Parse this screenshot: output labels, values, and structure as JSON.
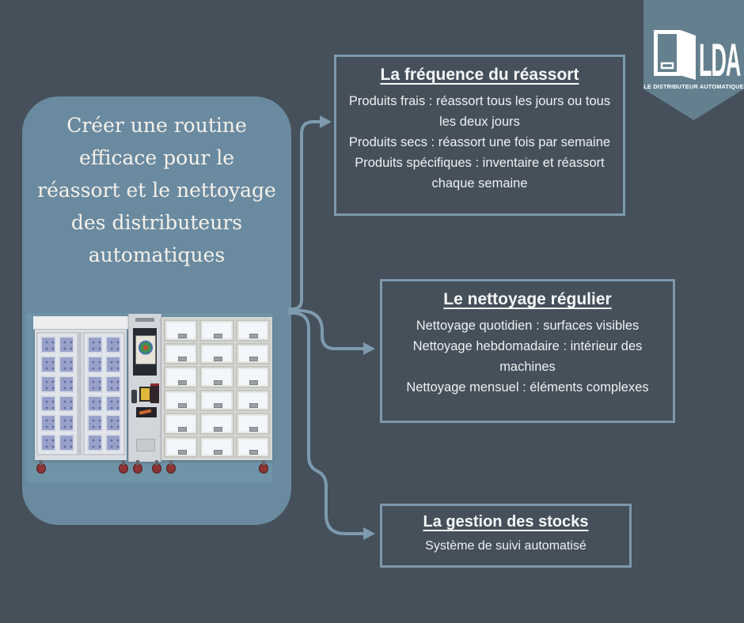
{
  "card": {
    "title": "Créer une routine\nefficace pour le\nréassort et le nettoyage\ndes distributeurs\nautomatiques",
    "image": "vending-machines-photo"
  },
  "logo": {
    "acronym": "LDA",
    "tagline": "LE DISTRIBUTEUR AUTOMATIQUE",
    "icon": "vending-machine-icon"
  },
  "boxes": [
    {
      "title": "La fréquence du réassort",
      "items": [
        "Produits frais : réassort tous les jours ou tous les deux jours",
        "Produits secs : réassort une fois par semaine",
        "Produits spécifiques : inventaire et réassort chaque semaine"
      ]
    },
    {
      "title": "Le nettoyage régulier",
      "items": [
        "Nettoyage quotidien : surfaces visibles",
        "Nettoyage hebdomadaire : intérieur des machines",
        "Nettoyage mensuel : éléments complexes"
      ]
    },
    {
      "title": "La gestion des stocks",
      "items": [
        "Système de suivi automatisé"
      ]
    }
  ],
  "colors": {
    "background": "#45505a",
    "card": "#6a8aa0",
    "badge": "#64808f",
    "accent_border": "#7d99ac",
    "connector": "#7e9aae",
    "title_text": "#f5f2ea",
    "box_text": "#eef1f4"
  }
}
